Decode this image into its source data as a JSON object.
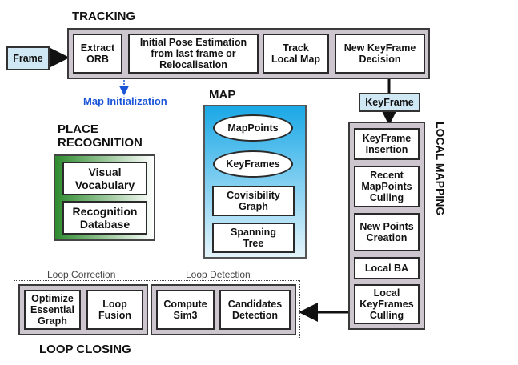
{
  "tracking": {
    "title": "TRACKING",
    "boxes": [
      "Extract\nORB",
      "Initial Pose Estimation\nfrom last frame or\nRelocalisation",
      "Track\nLocal Map",
      "New KeyFrame\nDecision"
    ]
  },
  "frame_label": "Frame",
  "map_init_label": "Map Initialization",
  "keyframe_label": "KeyFrame",
  "map": {
    "title": "MAP",
    "items": [
      "MapPoints",
      "KeyFrames",
      "Covisibility\nGraph",
      "Spanning\nTree"
    ]
  },
  "place_recognition": {
    "title": "PLACE\nRECOGNITION",
    "items": [
      "Visual\nVocabulary",
      "Recognition\nDatabase"
    ]
  },
  "local_mapping": {
    "title": "LOCAL MAPPING",
    "items": [
      "KeyFrame\nInsertion",
      "Recent\nMapPoints\nCulling",
      "New Points\nCreation",
      "Local BA",
      "Local\nKeyFrames\nCulling"
    ]
  },
  "loop_closing": {
    "title": "LOOP CLOSING",
    "correction_label": "Loop Correction",
    "detection_label": "Loop Detection",
    "correction_items": [
      "Optimize\nEssential\nGraph",
      "Loop\nFusion"
    ],
    "detection_items": [
      "Compute\nSim3",
      "Candidates\nDetection"
    ]
  },
  "colors": {
    "map_gradient_top": "#1aa8e6",
    "map_gradient_bottom": "#e4f4fb",
    "pr_gradient_left": "#2e8b2e",
    "panel": "#cec6ce",
    "blue_label": "#1a55d8"
  }
}
